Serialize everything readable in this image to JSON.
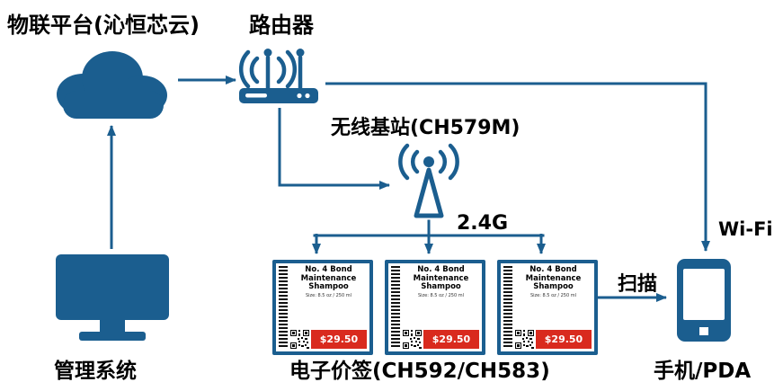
{
  "colors": {
    "primary": "#1b5e8f",
    "price-red": "#d92a1e"
  },
  "labels": {
    "iot_platform": "物联平台(沁恒芯云)",
    "router": "路由器",
    "base_station": "无线基站(CH579M)",
    "frequency": "2.4G",
    "wifi": "Wi-Fi",
    "scan": "扫描",
    "management_system": "管理系统",
    "esl": "电子价签(CH592/CH583)",
    "phone": "手机/PDA"
  },
  "esl_card": {
    "name_line1": "No. 4 Bond",
    "name_line2": "Maintenance",
    "name_line3": "Shampoo",
    "size_text": "Size: 8.5 oz / 250 ml",
    "price": "$29.50"
  }
}
